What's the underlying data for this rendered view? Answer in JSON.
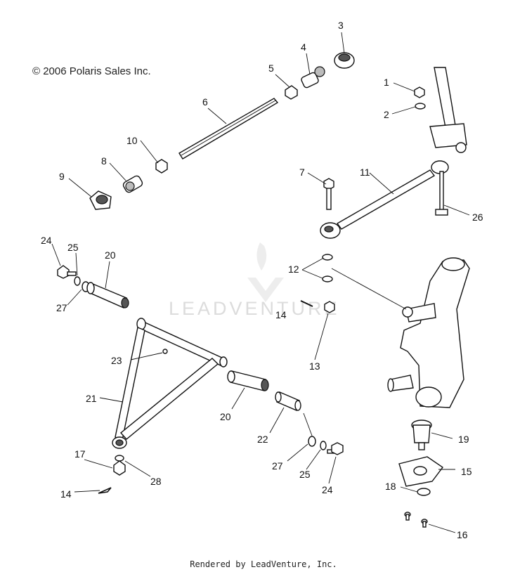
{
  "copyright": "© 2006 Polaris Sales Inc.",
  "footer": "Rendered by LeadVenture, Inc.",
  "watermark": "LEADVENTURE",
  "callouts": [
    "1",
    "2",
    "3",
    "4",
    "5",
    "6",
    "7",
    "8",
    "9",
    "10",
    "11",
    "12",
    "13",
    "14",
    "14",
    "15",
    "16",
    "17",
    "18",
    "19",
    "20",
    "20",
    "21",
    "22",
    "23",
    "24",
    "24",
    "25",
    "25",
    "26",
    "27",
    "27",
    "28"
  ]
}
